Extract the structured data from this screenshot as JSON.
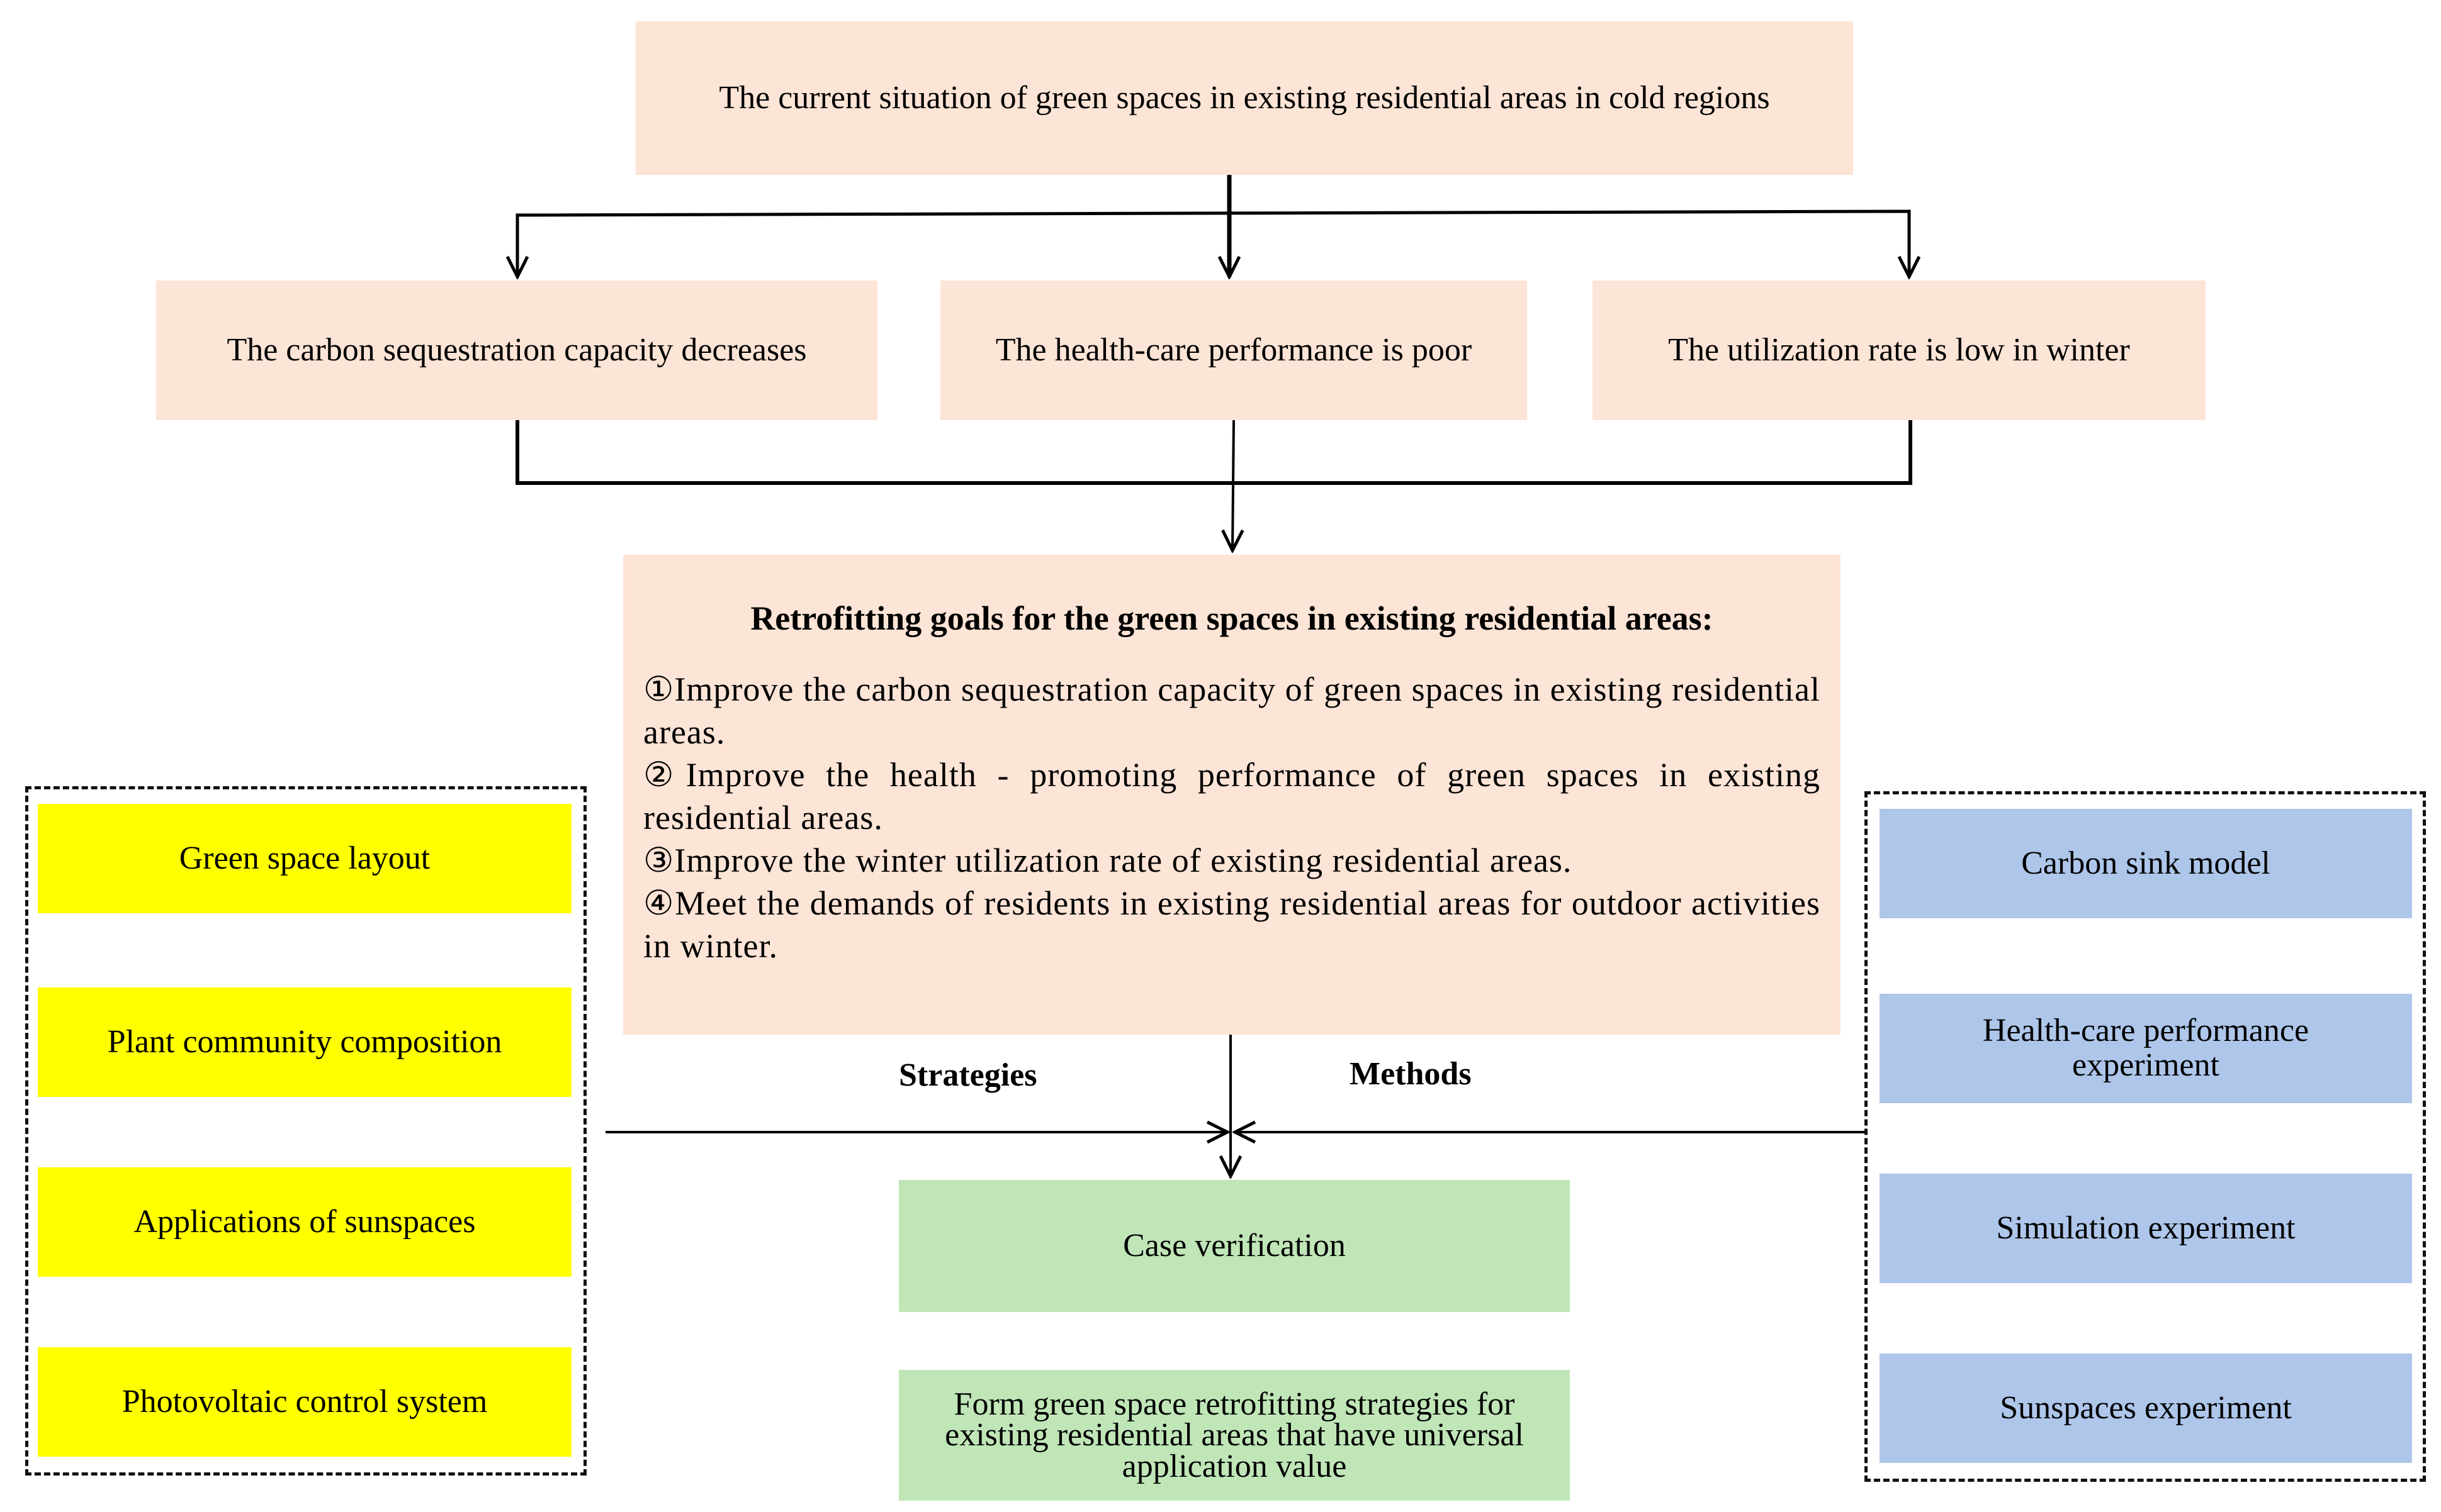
{
  "top": {
    "title": "The current situation of green spaces in existing residential areas in cold regions"
  },
  "problems": [
    "The carbon sequestration capacity decreases",
    "The health-care performance is poor",
    "The utilization rate is low in winter"
  ],
  "goals": {
    "title": "Retrofitting goals for the green spaces in existing residential areas:",
    "items": [
      "①Improve the carbon sequestration capacity of green spaces in existing residential areas.",
      "②Improve the health - promoting performance of green spaces in existing residential areas.",
      "③Improve the winter utilization rate of existing residential areas.",
      "④Meet the demands of residents in existing residential areas for outdoor activities in winter."
    ]
  },
  "labels": {
    "strategies": "Strategies",
    "methods": "Methods"
  },
  "strategies": [
    "Green space layout",
    "Plant community composition",
    "Applications of sunspaces",
    "Photovoltaic control system"
  ],
  "methods": [
    "Carbon sink model",
    "Health-care performance experiment",
    "Simulation experiment",
    "Sunspaces experiment"
  ],
  "outcomes": {
    "case": "Case verification",
    "form": "Form green space retrofitting strategies for existing residential areas that have universal application value"
  },
  "colors": {
    "peach": "#fce4d6",
    "yellow": "#ffff00",
    "blue": "#aec6ea",
    "green": "#c0e6b8"
  }
}
